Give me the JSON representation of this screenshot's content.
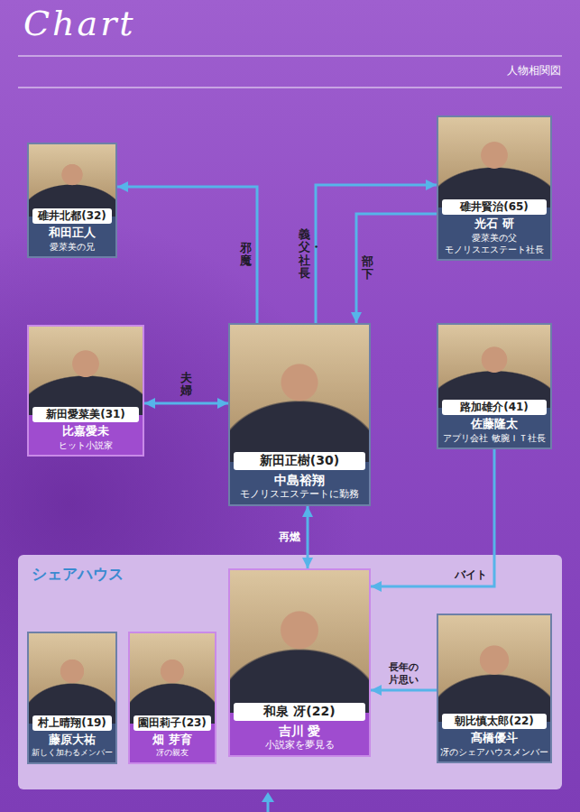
{
  "diagram": {
    "title": "Chart",
    "nodes": [
      {
        "text": [
          "碓井北都(32)",
          "和田正人",
          "愛菜美の兄"
        ]
      },
      {
        "text": [
          "碓井賢治(65)",
          "光石 研",
          "愛菜美の父 モノリスエステート社長"
        ]
      },
      {
        "text": [
          "新田愛菜美(31)",
          "比嘉愛未",
          "ヒット小説家"
        ]
      },
      {
        "text": [
          "新田正樹(30)",
          "中島裕翔",
          "モノリスエステートに勤務"
        ]
      },
      {
        "text": [
          "路加雄介(41)",
          "佐藤隆太",
          "アプリ会社 敏腕ＩＴ社長"
        ]
      },
      {
        "text": [
          "シェアハウス"
        ]
      },
      {
        "text": [
          "村上晴翔(19)",
          "藤原大祐",
          "新しく加わるメンバー"
        ],
        "in": 5
      },
      {
        "text": [
          "園田莉子(23)",
          "畑 芽育",
          "冴の親友"
        ],
        "in": 5
      },
      {
        "text": [
          "和泉 冴(22)",
          "吉川 愛",
          "小説家を夢見る"
        ],
        "in": 5
      },
      {
        "text": [
          "朝比慎太郎(22)",
          "髙橋優斗",
          "冴のシェアハウスメンバー"
        ],
        "in": 5
      }
    ],
    "edges": [
      {
        "from": 3,
        "to": 0,
        "label": "邪魔",
        "arrow": "to"
      },
      {
        "from": 3,
        "to": 1,
        "label": "義父・社長",
        "arrow": "to"
      },
      {
        "from": 1,
        "to": 3,
        "label": "部下",
        "arrow": "to"
      },
      {
        "from": 3,
        "to": 2,
        "label": "夫婦",
        "arrow": "both"
      },
      {
        "from": 3,
        "to": 8,
        "label": "再燃",
        "arrow": "both"
      },
      {
        "from": 4,
        "to": 8,
        "label": "バイト",
        "arrow": "to"
      },
      {
        "from": 9,
        "to": 8,
        "label": "長年の片思い",
        "arrow": "to"
      }
    ],
    "labels": [
      "人物相関図"
    ]
  }
}
